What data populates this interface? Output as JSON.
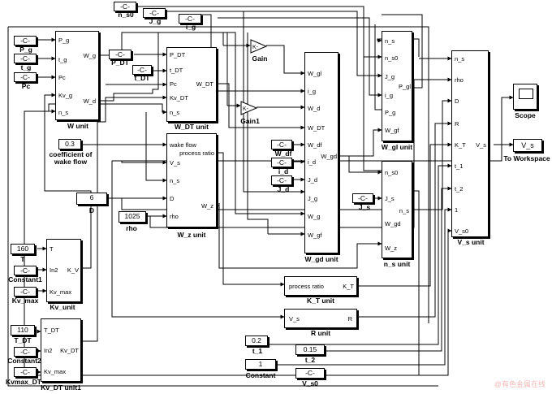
{
  "consts": {
    "n_s0": {
      "value": "-C-",
      "label": "n_s0"
    },
    "J_g": {
      "value": "-C-",
      "label": "J_g"
    },
    "i_g": {
      "value": "-C-",
      "label": "i_g"
    },
    "P_g": {
      "value": "-C-",
      "label": "P_g"
    },
    "t_g": {
      "value": "-C-",
      "label": "t_g"
    },
    "Pc": {
      "value": "-C-",
      "label": "Pc"
    },
    "P_DT": {
      "value": "-C-",
      "label": "P_DT"
    },
    "t_DT": {
      "value": "-C-",
      "label": "t_DT"
    },
    "wake": {
      "value": "0.3",
      "label": "coefficient of\nwake flow"
    },
    "D": {
      "value": "6",
      "label": "D"
    },
    "rho": {
      "value": "1025",
      "label": "rho"
    },
    "T": {
      "value": "160",
      "label": "T"
    },
    "Constant1": {
      "value": "-C-",
      "label": "Constant1"
    },
    "Kv_max": {
      "value": "-C-",
      "label": "Kv_max"
    },
    "T_DT": {
      "value": "110",
      "label": "T_DT"
    },
    "Constant2": {
      "value": "-C-",
      "label": "Constant2"
    },
    "Kvmax_DT": {
      "value": "-C-",
      "label": "Kvmax_DT"
    },
    "W_df": {
      "value": "-C-",
      "label": "W_df"
    },
    "i_d": {
      "value": "-C-",
      "label": "i_d"
    },
    "J_d": {
      "value": "-C-",
      "label": "J_d"
    },
    "J_s": {
      "value": "-C-",
      "label": "J_s"
    },
    "t_1": {
      "value": "0.2",
      "label": "t_1"
    },
    "t_2": {
      "value": "0.15",
      "label": "t_2"
    },
    "Constant": {
      "value": "1",
      "label": "Constant"
    },
    "V_s0": {
      "value": "-C-",
      "label": "V_s0"
    }
  },
  "gains": {
    "gain": {
      "symbol": "K-",
      "label": "Gain"
    },
    "gain1": {
      "symbol": "K-",
      "label": "Gain1"
    }
  },
  "blocks": {
    "w_unit": {
      "label": "W unit",
      "inputs": [
        "P_g",
        "t_g",
        "Pc",
        "Kv_g",
        "n_s"
      ],
      "outputs": [
        "W_g",
        "W_d"
      ]
    },
    "w_dt_unit": {
      "label": "W_DT unit",
      "inputs": [
        "P_DT",
        "t_DT",
        "Pc",
        "Kv_DT",
        "n_s"
      ],
      "outputs": [
        "W_DT"
      ]
    },
    "w_z_unit": {
      "label": "W_z unit",
      "inputs": [
        "wake flow",
        "V_s",
        "n_s",
        "D",
        "rho"
      ],
      "top_inner": "process ratio",
      "outputs": [
        "W_z"
      ]
    },
    "w_gd_unit": {
      "label": "W_gd unit",
      "inputs": [
        "W_gl",
        "i_g",
        "W_d",
        "W_DT",
        "W_df",
        "i_d",
        "J_d",
        "J_g",
        "W_g",
        "W_gf"
      ],
      "outputs": [
        "W_gd"
      ]
    },
    "w_gl_unit": {
      "label": "W_gl unit",
      "inputs": [
        "n_s",
        "n_s0",
        "J_g",
        "i_g",
        "P_g",
        "W_gf"
      ],
      "outputs": [
        "P_gl"
      ]
    },
    "n_s_unit": {
      "label": "n_s unit",
      "inputs": [
        "n_s0",
        "J_s",
        "W_gd",
        "W_z"
      ],
      "outputs": [
        "n_s"
      ]
    },
    "v_s_unit": {
      "label": "V_s unit",
      "inputs": [
        "n_s",
        "rho",
        "D",
        "R",
        "K_T",
        "t_1",
        "t_2",
        "1",
        "V_s0"
      ],
      "outputs": [
        "V_s"
      ]
    },
    "kv_unit": {
      "label": "Kv_unit",
      "inputs": [
        "T",
        "In2",
        "Kv_max"
      ],
      "outputs": [
        "K_V"
      ]
    },
    "kv_dt_unit": {
      "label": "Kv_DT unit1",
      "inputs": [
        "T_DT",
        "In2",
        "Kv_max"
      ],
      "outputs": [
        "Kv_DT"
      ]
    },
    "kt_unit": {
      "label": "K_T unit",
      "inputs": [
        "process ratio"
      ],
      "outputs": [
        "K_T"
      ]
    },
    "r_unit": {
      "label": "R unit",
      "inputs": [
        "V_s"
      ],
      "outputs": [
        "R"
      ]
    }
  },
  "sinks": {
    "scope": {
      "label": "Scope"
    },
    "workspace": {
      "value": "V_s",
      "label": "To Workspace"
    }
  },
  "watermark": "@有色金属在线"
}
